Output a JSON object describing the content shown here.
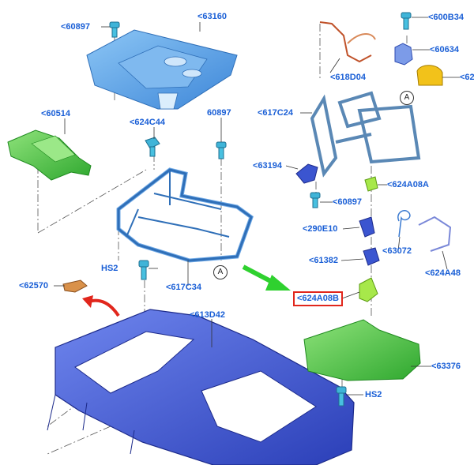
{
  "diagram": {
    "callouts": {
      "c60897a": "<60897",
      "c63160": "<63160",
      "c60514": "<60514",
      "c624C44": "<624C44",
      "c60897b": "60897",
      "c617C34": "<617C34",
      "cHS2a": "HS2",
      "c62570": "<62570",
      "c613D42": "<613D42",
      "c600B34": "<600B34",
      "c60634": "<60634",
      "c62": "<62",
      "c618D04": "<618D04",
      "c617C24": "<617C24",
      "c63194": "<63194",
      "c60897c": "<60897",
      "c624A08A": "<624A08A",
      "c290E10": "<290E10",
      "c63072": "<63072",
      "c624A48": "<624A48",
      "c61382": "<61382",
      "c624A08B": "<624A08B",
      "c63376": "<63376",
      "cHS2b": "HS2"
    },
    "markers": {
      "a1": "A",
      "a2": "A"
    },
    "colors": {
      "part_blue": "#4f9be8",
      "part_dark_blue": "#3b55d0",
      "part_green": "#3fc43f",
      "part_yellow": "#f2c21a",
      "label_blue": "#1a5fd6",
      "highlight_red": "#e1261c",
      "arrow_green": "#2fd12f",
      "arrow_red": "#e1261c"
    }
  }
}
